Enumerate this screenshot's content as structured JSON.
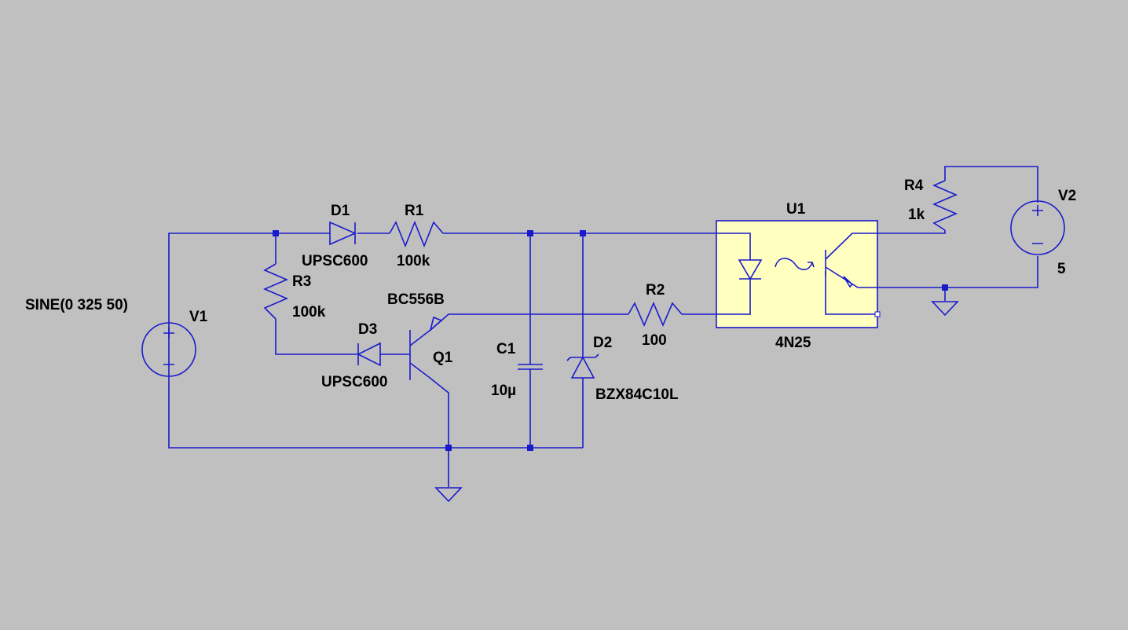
{
  "colors": {
    "background": "#c0c0c0",
    "wire": "#1a1acd",
    "ic_fill": "#ffffc0",
    "text": "#000000"
  },
  "components": {
    "v1": {
      "ref": "V1",
      "value": "SINE(0 325 50)"
    },
    "v2": {
      "ref": "V2",
      "value": "5"
    },
    "d1": {
      "ref": "D1",
      "value": "UPSC600"
    },
    "d2": {
      "ref": "D2",
      "value": "BZX84C10L"
    },
    "d3": {
      "ref": "D3",
      "value": "UPSC600"
    },
    "r1": {
      "ref": "R1",
      "value": "100k"
    },
    "r2": {
      "ref": "R2",
      "value": "100"
    },
    "r3": {
      "ref": "R3",
      "value": "100k"
    },
    "r4": {
      "ref": "R4",
      "value": "1k"
    },
    "c1": {
      "ref": "C1",
      "value": "10µ"
    },
    "q1": {
      "ref": "Q1",
      "value": "BC556B"
    },
    "u1": {
      "ref": "U1",
      "value": "4N25"
    }
  },
  "icons": [
    "voltage-source-icon",
    "diode-icon",
    "zener-diode-icon",
    "resistor-icon",
    "capacitor-icon",
    "pnp-transistor-icon",
    "optocoupler-icon",
    "ground-icon"
  ]
}
